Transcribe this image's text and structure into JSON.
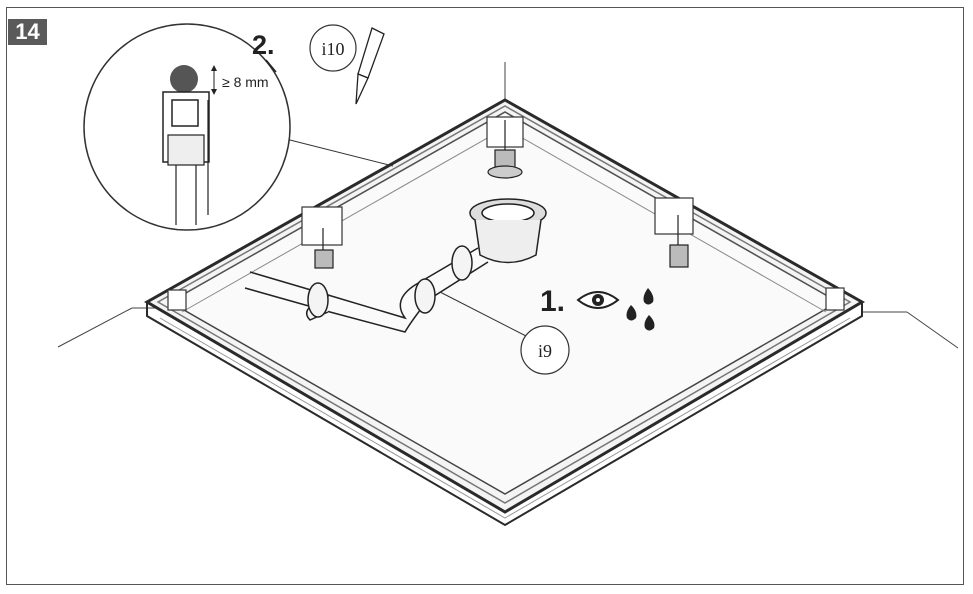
{
  "step_number": "14",
  "steps": {
    "step1_label": "1.",
    "step2_label": "2."
  },
  "callouts": {
    "i9": "i9",
    "i10": "i10"
  },
  "detail": {
    "clearance_text": "≥ 8 mm"
  },
  "icons": [
    "eye-icon",
    "water-drops-icon",
    "sealant-tube-icon"
  ],
  "colors": {
    "frame_dark": "#3a3a3a",
    "badge_bg": "#5a5a5a",
    "line": "#333333"
  }
}
